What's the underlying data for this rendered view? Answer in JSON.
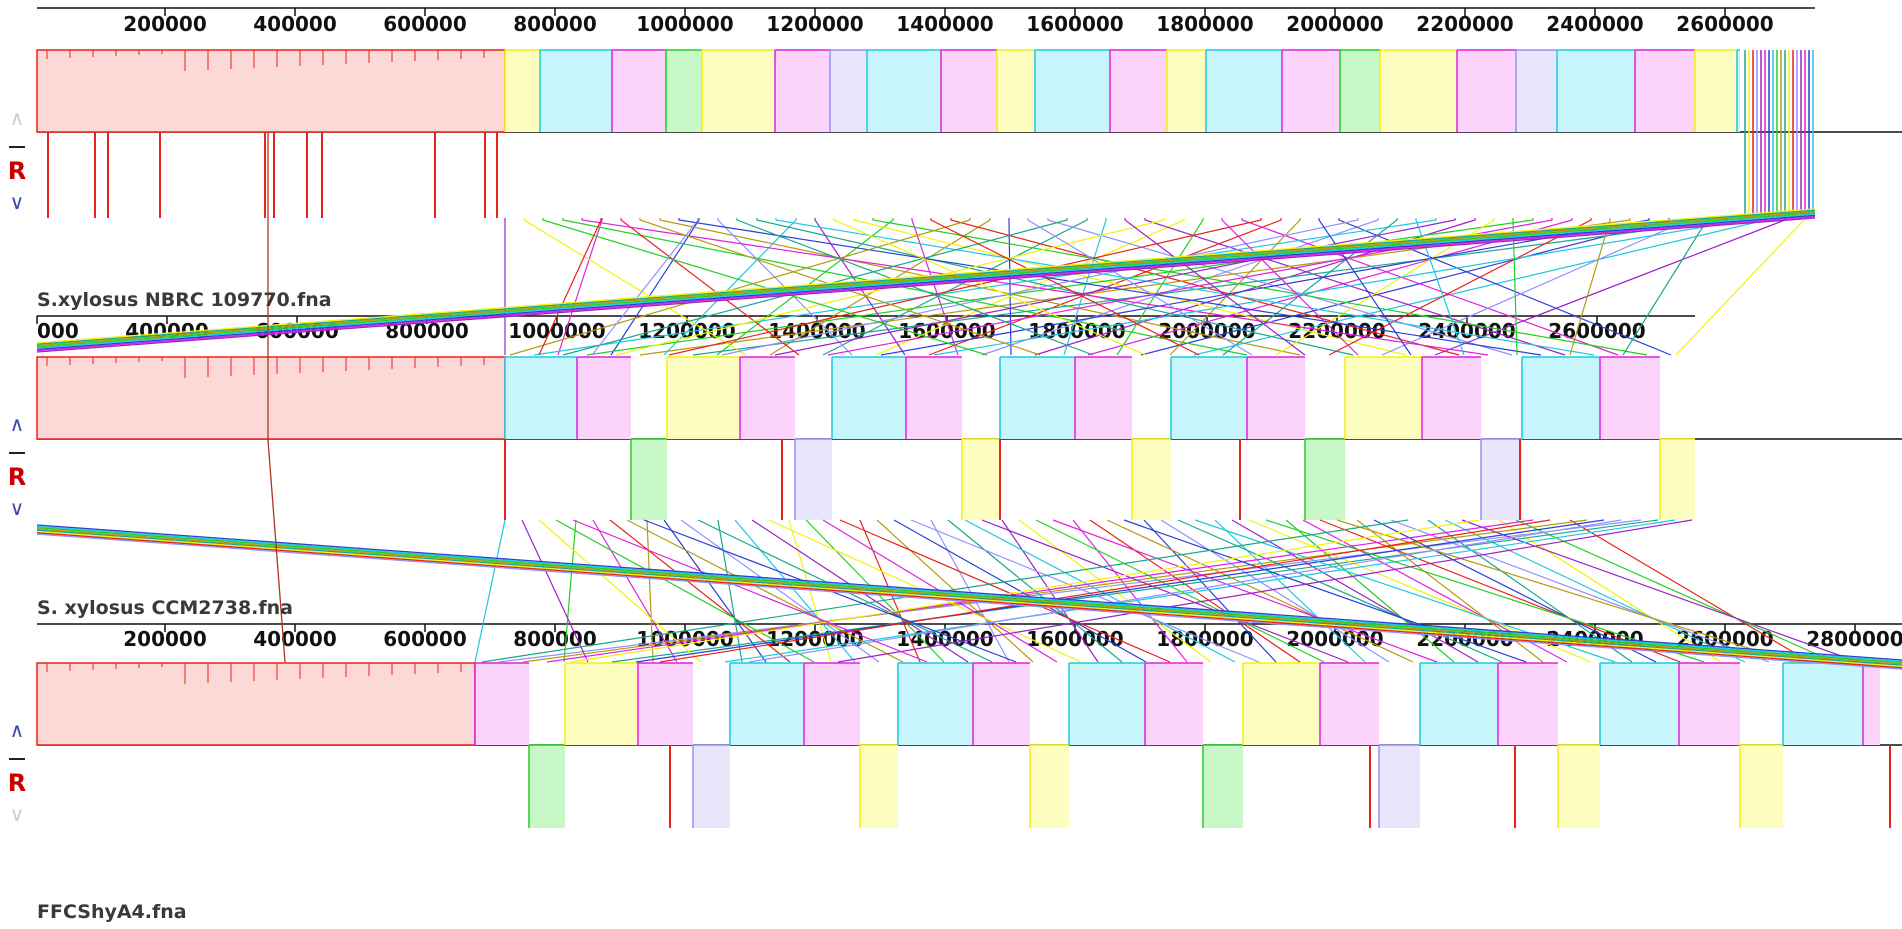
{
  "app": "Mauve genome alignment viewer",
  "genomes": [
    {
      "name": "S.xylosus NBRC 109770.fna",
      "ticks": [
        "200000",
        "400000",
        "600000",
        "800000",
        "1000000",
        "1200000",
        "1400000",
        "1600000",
        "1800000",
        "2000000",
        "2200000",
        "2400000",
        "2600000"
      ],
      "controls": {
        "up": "∧",
        "minus": "–",
        "r": "R",
        "down": "∨"
      }
    },
    {
      "name": "S. xylosus CCM2738.fna",
      "ticks": [
        "000",
        "400000",
        "600000",
        "800000",
        "1000000",
        "1200000",
        "1400000",
        "1600000",
        "1800000",
        "2000000",
        "2200000",
        "2400000",
        "2600000"
      ],
      "controls": {
        "up": "∧",
        "minus": "–",
        "r": "R",
        "down": "∨"
      }
    },
    {
      "name": "FFCShyA4.fna",
      "ticks": [
        "200000",
        "400000",
        "600000",
        "800000",
        "1000000",
        "1200000",
        "1400000",
        "1600000",
        "1800000",
        "2000000",
        "2200000",
        "2400000",
        "2600000",
        "2800000"
      ],
      "controls": {
        "up": "∧",
        "minus": "–",
        "r": "R",
        "down": "∨"
      }
    }
  ],
  "colors": {
    "red": "#e8221a",
    "redFill": "#fcd9d6",
    "yellow": "#f2f20a",
    "yellowFill": "#fdfdc0",
    "cyan": "#1ec8e0",
    "cyanFill": "#c6f6fb",
    "pink": "#e020e0",
    "pinkFill": "#fcd3fb",
    "green": "#22d022",
    "greenFill": "#c8f7c8",
    "lavender": "#9090ff",
    "lavenderFill": "#e9e6fb",
    "blue": "#2a3fd6",
    "purple": "#9b22c8",
    "olive": "#b59a10",
    "teal": "#18a88c"
  }
}
